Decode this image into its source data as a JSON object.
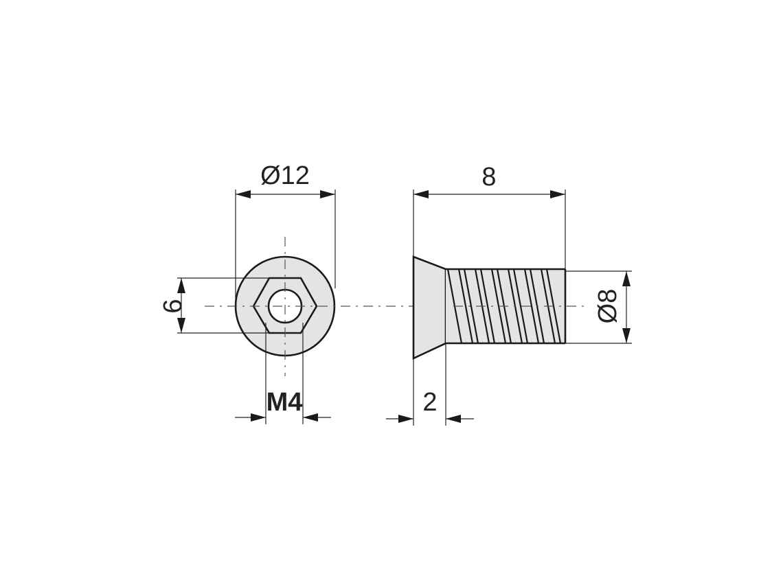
{
  "dimensions": {
    "head_diameter": "Ø12",
    "hex_size": "6",
    "thread": "M4",
    "length": "8",
    "thread_diameter": "Ø8",
    "head_height": "2"
  },
  "colors": {
    "line": "#1a1a1a",
    "fill": "#e4e4e4",
    "background": "#ffffff"
  }
}
